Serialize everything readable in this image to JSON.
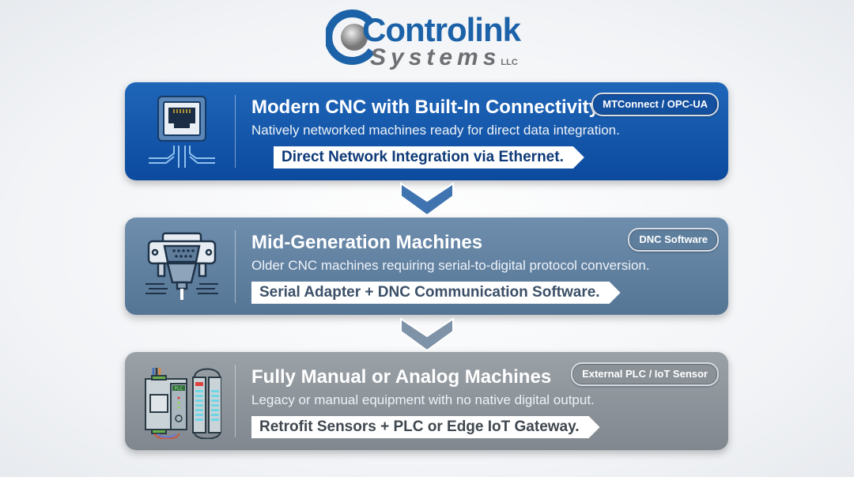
{
  "logo": {
    "name": "Controlink",
    "subname": "Systems",
    "suffix": "LLC"
  },
  "tiers": [
    {
      "title": "Modern CNC with Built-In Connectivity",
      "description": "Natively networked machines ready for direct data integration.",
      "solution": "Direct Network Integration via Ethernet.",
      "badge": "MTConnect / OPC-UA",
      "icon": "ethernet-port-icon",
      "color": "#1a5aac"
    },
    {
      "title": "Mid-Generation Machines",
      "description": "Older CNC machines requiring serial-to-digital protocol conversion.",
      "solution": "Serial Adapter + DNC Communication Software.",
      "badge": "DNC Software",
      "icon": "serial-connector-icon",
      "color": "#6383a3"
    },
    {
      "title": "Fully Manual or Analog Machines",
      "description": "Legacy or manual equipment with no native digital output.",
      "solution": "Retrofit Sensors + PLC or Edge IoT Gateway.",
      "badge": "External PLC / IoT Sensor",
      "icon": "plc-module-icon",
      "color": "#8d949a",
      "plc_label": "PLC"
    }
  ]
}
